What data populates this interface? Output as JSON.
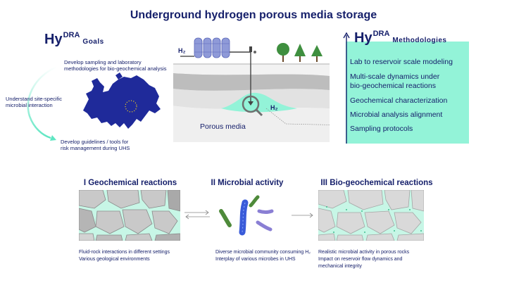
{
  "title": "Underground hydrogen porous media storage",
  "goals": {
    "brand": "Hy",
    "brand_sup": "DRA",
    "heading": "Goals",
    "items": [
      {
        "lines": [
          "Develop sampling and laboratory",
          "methodologies for bio-geochemical analysis"
        ]
      },
      {
        "lines": [
          "Understand site-specific",
          "microbial interaction"
        ]
      },
      {
        "lines": [
          "Develop guidelines / tools for",
          "risk management during UHS"
        ]
      }
    ]
  },
  "scene": {
    "h2_tank_label": "H₂",
    "h2_plume_label": "H₂",
    "porous_label": "Porous media"
  },
  "methodologies": {
    "brand": "Hy",
    "brand_sup": "DRA",
    "heading": "Methodologies",
    "items": [
      {
        "lines": [
          "Lab to reservoir scale modeling"
        ]
      },
      {
        "lines": [
          "Multi-scale dynamics under",
          "bio-geochemical reactions"
        ]
      },
      {
        "lines": [
          "Geochemical characterization"
        ]
      },
      {
        "lines": [
          "Microbial analysis alignment"
        ]
      },
      {
        "lines": [
          "Sampling protocols"
        ]
      }
    ]
  },
  "sections": [
    {
      "title": "I Geochemical reactions",
      "captions": [
        "Fluid-rock interactions in different settings",
        "Various geological environments"
      ]
    },
    {
      "title": "II Microbial activity",
      "captions": [
        "Diverse microbial community consuming H₂",
        "Interplay of various microbes in UHS"
      ]
    },
    {
      "title": "III Bio-geochemical reactions",
      "captions": [
        "Realistic microbial activity in porous rocks",
        "Impact on reservoir flow dynamics and",
        "mechanical integrity"
      ]
    }
  ],
  "colors": {
    "navy": "#16206b",
    "mint": "#93f3d8",
    "europe_blue": "#1f2a9a",
    "rock_gray": "#c9c9c9",
    "tree_green": "#3f8f3f",
    "microbe_green": "#4e8a3a",
    "microbe_blue": "#3a5bd9",
    "microbe_purple": "#8a7fd4"
  }
}
